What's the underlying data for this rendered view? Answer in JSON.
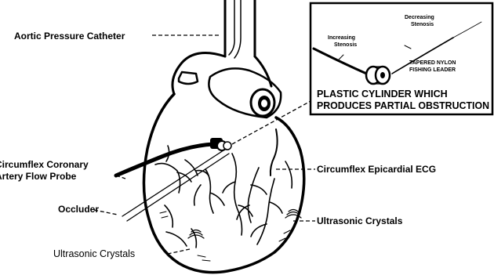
{
  "labels": {
    "aortic_catheter": "Aortic Pressure Catheter",
    "flow_probe_line1": "Circumflex Coronary",
    "flow_probe_line2": "Artery Flow Probe",
    "occluder": "Occluder",
    "crystals_left": "Ultrasonic Crystals",
    "epicardial_ecg": "Circumflex Epicardial ECG",
    "crystals_right": "Ultrasonic Crystals"
  },
  "inset": {
    "decreasing_line1": "Decreasing",
    "decreasing_line2": "Stenosis",
    "increasing_line1": "Increasing",
    "increasing_line2": "Stenosis",
    "leader_line1": "TAPERED NYLON",
    "leader_line2": "FISHING LEADER",
    "caption_line1": "PLASTIC CYLINDER WHICH",
    "caption_line2": "PRODUCES PARTIAL OBSTRUCTION"
  }
}
